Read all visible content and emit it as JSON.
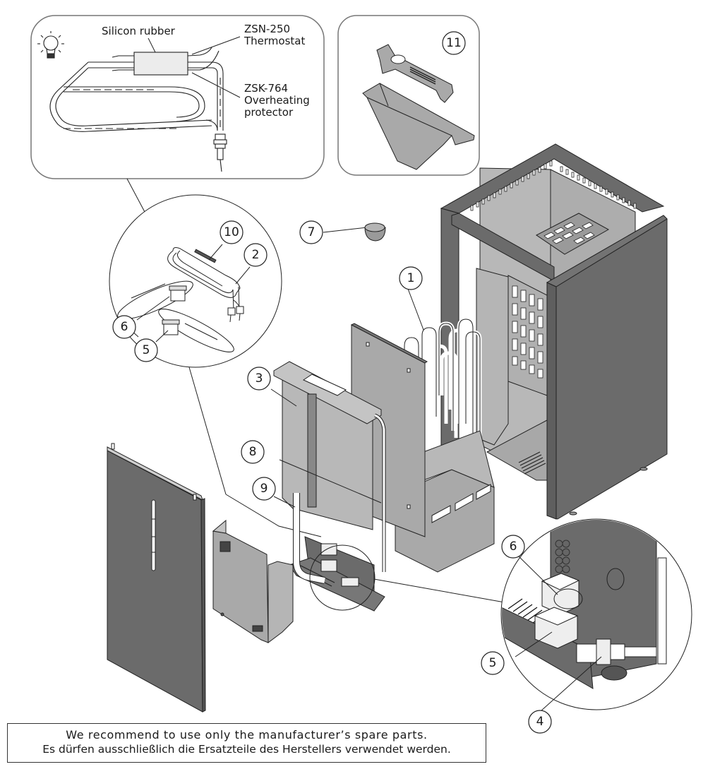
{
  "document": {
    "type": "exploded spare-parts diagram",
    "subject": "sauna heater with steam generator"
  },
  "detail_heating_element": {
    "icon": "lightbulb-icon",
    "labels": {
      "silicon": "Silicon rubber",
      "thermostat_code": "ZSN-250",
      "thermostat_name": "Thermostat",
      "protector_code": "ZSK-764",
      "protector_name_1": "Overheating",
      "protector_name_2": "protector"
    }
  },
  "callouts": {
    "c1": "1",
    "c2": "2",
    "c3": "3",
    "c4": "4",
    "c5a": "5",
    "c5b": "5",
    "c6a": "6",
    "c6b": "6",
    "c7": "7",
    "c8": "8",
    "c9": "9",
    "c10": "10",
    "c11": "11"
  },
  "notice": {
    "line_en": "We recommend to use only the manufacturer’s spare parts.",
    "line_de": "Es dürfen ausschließlich die Ersatzteile des Herstellers verwendet werden."
  },
  "colors": {
    "dark_panel": "#6b6b6b",
    "mid_panel": "#a9a9a9",
    "light_panel": "#c4c4c4",
    "line": "#222222"
  }
}
